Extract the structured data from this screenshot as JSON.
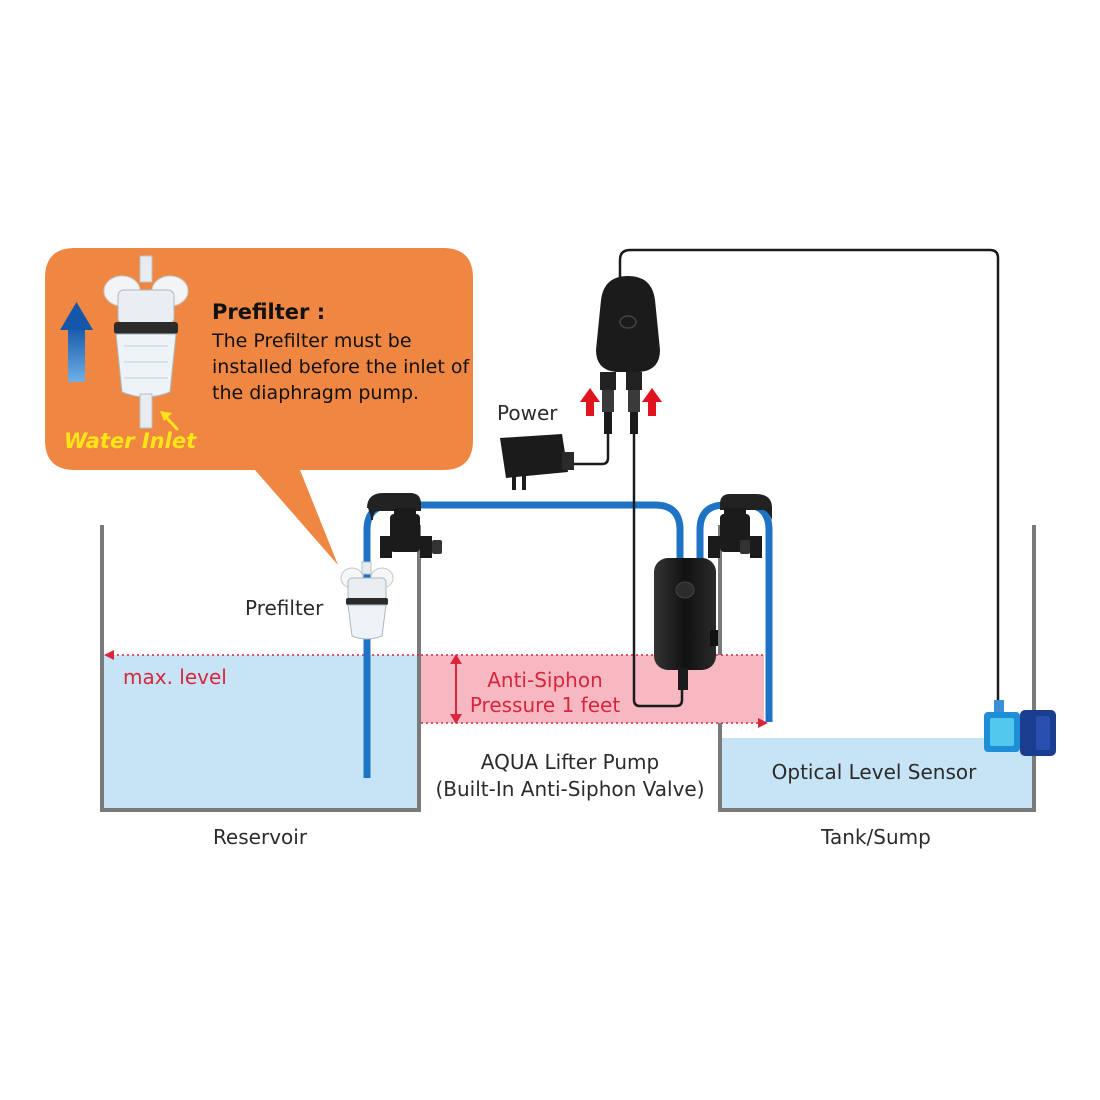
{
  "callout": {
    "title": "Prefilter :",
    "body": "The Prefilter must be installed before the inlet of the diaphragm pump.",
    "water_inlet": "Water Inlet",
    "bg_color": "#ef8742"
  },
  "labels": {
    "power": "Power",
    "prefilter": "Prefilter",
    "max_level": "max. level",
    "anti_siphon_1": "Anti-Siphon",
    "anti_siphon_2": "Pressure 1 feet",
    "pump_1": "AQUA Lifter Pump",
    "pump_2": "(Built-In Anti-Siphon Valve)",
    "optical_sensor": "Optical Level Sensor",
    "reservoir": "Reservoir",
    "tank": "Tank/Sump"
  },
  "colors": {
    "water": "#c6e4f5",
    "pink_zone": "#f7b8c1",
    "tube": "#1f73c4",
    "red": "#d7263d",
    "device": "#1b1b1b",
    "tank_wall": "#7a7a7a"
  }
}
